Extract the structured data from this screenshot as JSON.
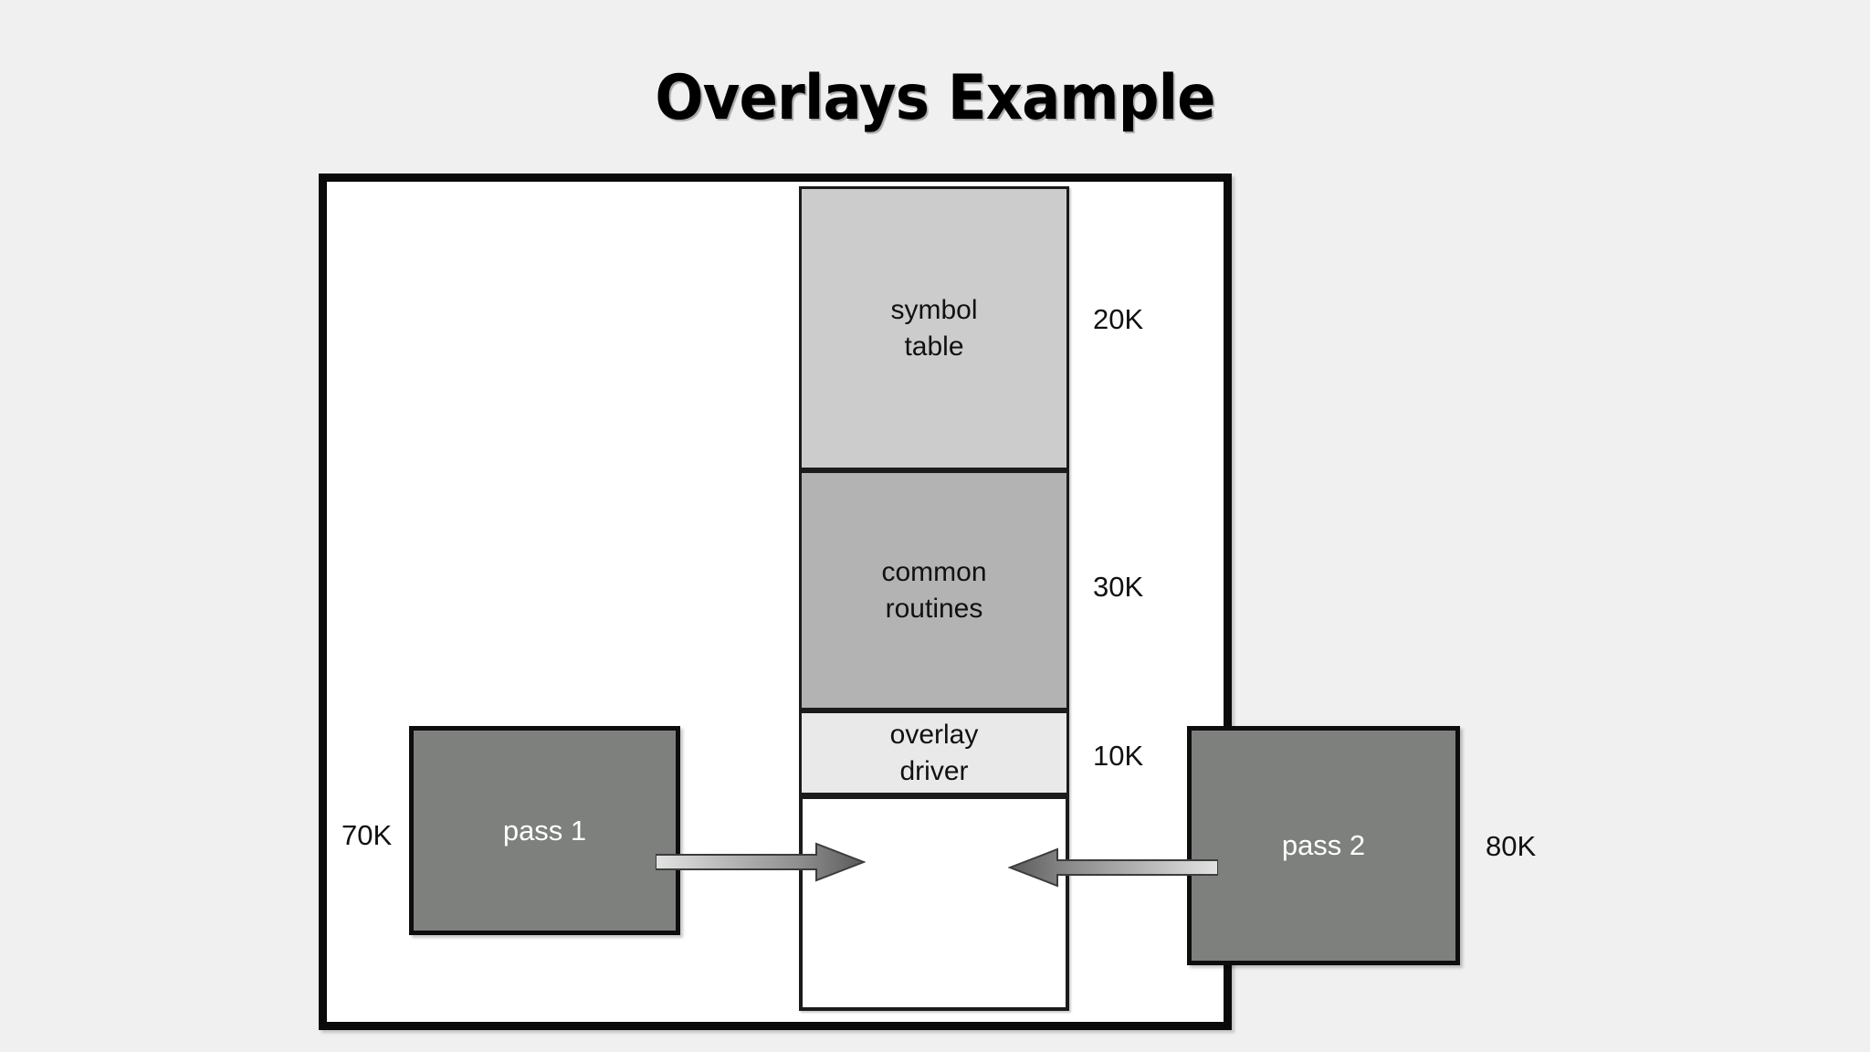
{
  "page": {
    "title": "Overlays Example",
    "background_color": "#f0f0f0"
  },
  "diagram": {
    "frame_name": "memory-frame",
    "memory_blocks": [
      {
        "id": "symbol-table",
        "label_line1": "symbol",
        "label_line2": "table",
        "size": "20K",
        "fill_color": "#cccccc"
      },
      {
        "id": "common-routines",
        "label_line1": "common",
        "label_line2": "routines",
        "size": "30K",
        "fill_color": "#b3b3b3"
      },
      {
        "id": "overlay-driver",
        "label_line1": "overlay",
        "label_line2": "driver",
        "size": "10K",
        "fill_color": "#e9e9e9"
      },
      {
        "id": "free-space",
        "label_line1": "",
        "label_line2": "",
        "size": "",
        "fill_color": "#ffffff"
      }
    ],
    "pass_one": {
      "label": "pass 1",
      "size": "70K",
      "fill_color": "#7e807d"
    },
    "pass_two": {
      "label": "pass 2",
      "size": "80K",
      "fill_color": "#7e807d"
    },
    "arrows": [
      {
        "id": "arrow-pass1-to-memory",
        "direction": "right"
      },
      {
        "id": "arrow-pass2-to-memory",
        "direction": "left"
      }
    ]
  }
}
